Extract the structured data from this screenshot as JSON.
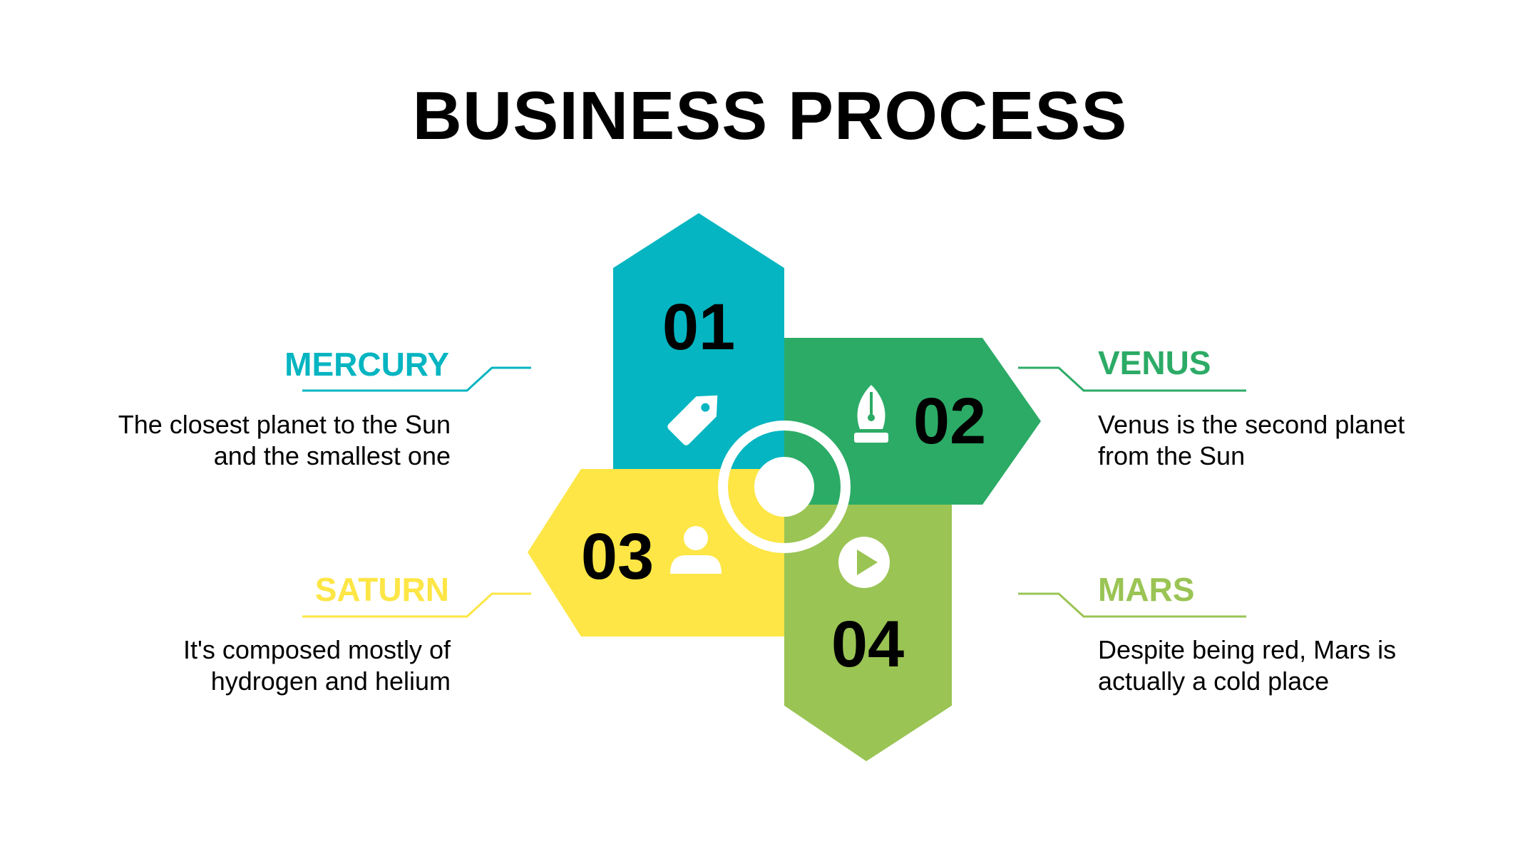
{
  "title": "BUSINESS PROCESS",
  "colors": {
    "teal": "#05B5C1",
    "green": "#2CAB66",
    "yellow": "#FDE645",
    "lime": "#9AC454",
    "center": "#ffffff"
  },
  "steps": [
    {
      "number": "01",
      "name": "MERCURY",
      "description_lines": [
        "The closest planet to the Sun",
        "and the smallest one"
      ],
      "icon": "tag-icon",
      "color": "#05B5C1"
    },
    {
      "number": "02",
      "name": "VENUS",
      "description_lines": [
        "Venus is the second planet",
        "from the Sun"
      ],
      "icon": "pen-nib-icon",
      "color": "#2CAB66"
    },
    {
      "number": "03",
      "name": "SATURN",
      "description_lines": [
        "It's composed mostly of",
        "hydrogen and helium"
      ],
      "icon": "user-icon",
      "color": "#FDE645"
    },
    {
      "number": "04",
      "name": "MARS",
      "description_lines": [
        "Despite being red, Mars is",
        "actually a cold place"
      ],
      "icon": "play-icon",
      "color": "#9AC454"
    }
  ]
}
